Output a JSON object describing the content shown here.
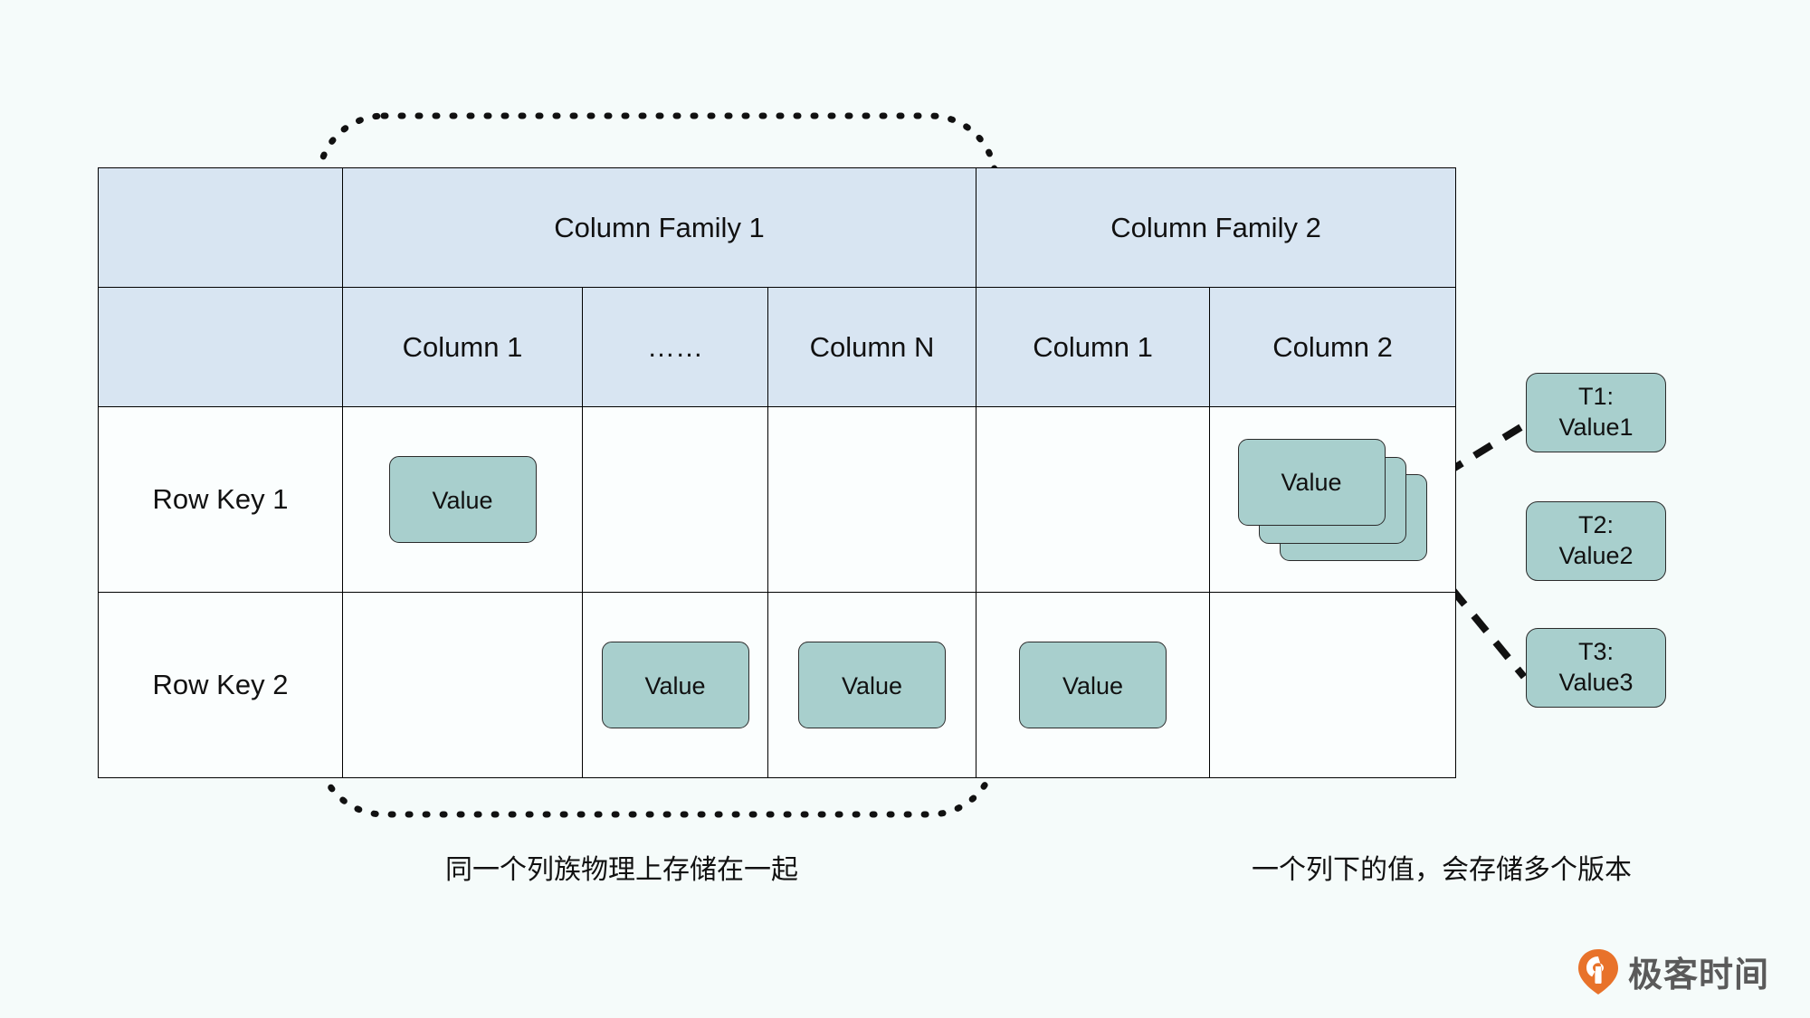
{
  "diagram": {
    "title": "HBase Table Structure",
    "colors": {
      "background": "#f5fbfa",
      "header_fill": "#d8e5f2",
      "cell_fill": "#fbfefe",
      "value_fill": "#a8cfcd",
      "stroke": "#2b2b2b",
      "logo_orange": "#e8722a"
    }
  },
  "table": {
    "corner_label": "",
    "column_families": [
      {
        "name": "Column Family 1",
        "span": 3
      },
      {
        "name": "Column Family 2",
        "span": 2
      }
    ],
    "columns": [
      "Column 1",
      "……",
      "Column N",
      "Column 1",
      "Column 2"
    ],
    "rows": [
      {
        "row_key": "Row Key 1",
        "cells": [
          {
            "type": "value",
            "label": "Value"
          },
          {
            "type": "empty",
            "label": ""
          },
          {
            "type": "empty",
            "label": ""
          },
          {
            "type": "empty",
            "label": ""
          },
          {
            "type": "value-stack",
            "label": "Value",
            "stack_count": 3
          }
        ]
      },
      {
        "row_key": "Row Key 2",
        "cells": [
          {
            "type": "empty",
            "label": ""
          },
          {
            "type": "value",
            "label": "Value"
          },
          {
            "type": "value",
            "label": "Value"
          },
          {
            "type": "value",
            "label": "Value"
          },
          {
            "type": "empty",
            "label": ""
          }
        ]
      }
    ]
  },
  "versions": [
    {
      "timestamp": "T1:",
      "value": "Value1"
    },
    {
      "timestamp": "T2:",
      "value": "Value2"
    },
    {
      "timestamp": "T3:",
      "value": "Value3"
    }
  ],
  "captions": {
    "left": "同一个列族物理上存储在一起",
    "right": "一个列下的值，会存储多个版本"
  },
  "annotations": {
    "column_family_group_outline": "dotted-rounded-rectangle around Column Family 1",
    "version_connector": "dashed lines from stacked Value to T1/T3 chips"
  },
  "logo": {
    "text": "极客时间",
    "mark": "geekbang-logo-icon"
  }
}
